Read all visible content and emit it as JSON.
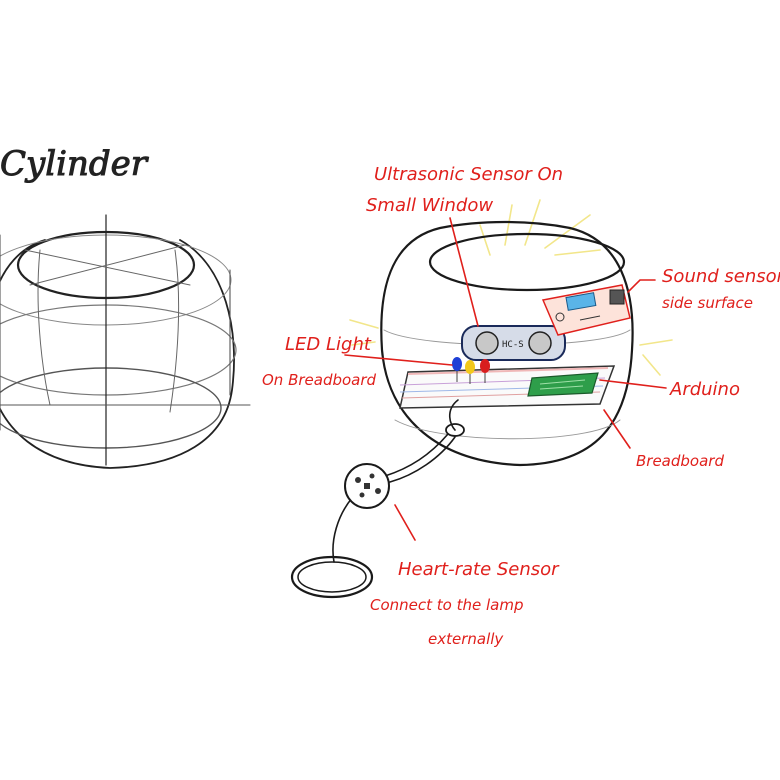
{
  "left_sketch": {
    "title": "Cylinder"
  },
  "annotations": {
    "ultrasonic": {
      "line1": "Ultrasonic Sensor On",
      "line2": "Small Window"
    },
    "sound": {
      "line1": "Sound sensor",
      "line2": "side surface"
    },
    "led": {
      "line1": "LED Light",
      "line2": "On Breadboard"
    },
    "arduino": {
      "label": "Arduino"
    },
    "breadboard": {
      "label": "Breadboard"
    },
    "heart": {
      "line1": "Heart-rate Sensor",
      "line2": "Connect to the lamp",
      "line3": "externally"
    }
  },
  "sensor_chip": {
    "label": "HC-S"
  },
  "colors": {
    "annotation": "#e0201c",
    "ink": "#1a1a1a",
    "light_rays": "#f2e68a",
    "led_blue": "#1e3fd6",
    "led_yellow": "#f2c81a",
    "led_red": "#d81e1e",
    "arduino_green": "#2e9e4a",
    "sound_board": "#f08a6c",
    "sound_chip": "#5ab4e8"
  }
}
